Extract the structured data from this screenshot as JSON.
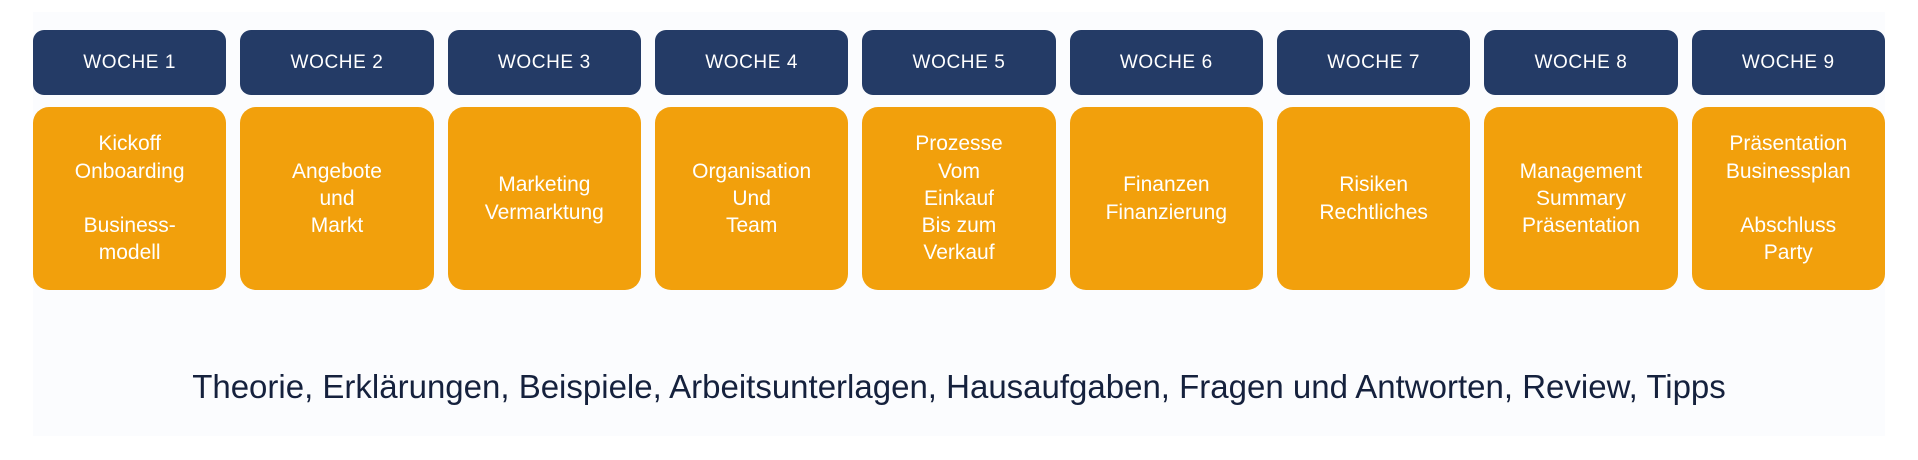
{
  "colors": {
    "header_bg": "#243B66",
    "body_bg": "#F2A00C",
    "header_text": "#FFFFFF",
    "body_text": "#FFFFFF",
    "caption_text": "#15213D",
    "page_bg": "#FFFFFF",
    "panel_bg": "#FBFCFE"
  },
  "timeline": {
    "weeks": [
      {
        "header": "WOCHE 1",
        "body": "Kickoff\nOnboarding\n\nBusiness-\nmodell"
      },
      {
        "header": "WOCHE 2",
        "body": "Angebote\nund\nMarkt"
      },
      {
        "header": "WOCHE 3",
        "body": "Marketing\nVermarktung"
      },
      {
        "header": "WOCHE 4",
        "body": "Organisation\nUnd\nTeam"
      },
      {
        "header": "WOCHE 5",
        "body": "Prozesse\nVom\nEinkauf\nBis zum\nVerkauf"
      },
      {
        "header": "WOCHE 6",
        "body": "Finanzen\nFinanzierung"
      },
      {
        "header": "WOCHE 7",
        "body": "Risiken\nRechtliches"
      },
      {
        "header": "WOCHE 8",
        "body": "Management\nSummary\nPräsentation"
      },
      {
        "header": "WOCHE 9",
        "body": "Präsentation\nBusinessplan\n\nAbschluss\nParty"
      }
    ]
  },
  "caption": "Theorie, Erklärungen, Beispiele, Arbeitsunterlagen, Hausaufgaben, Fragen und Antworten, Review, Tipps"
}
